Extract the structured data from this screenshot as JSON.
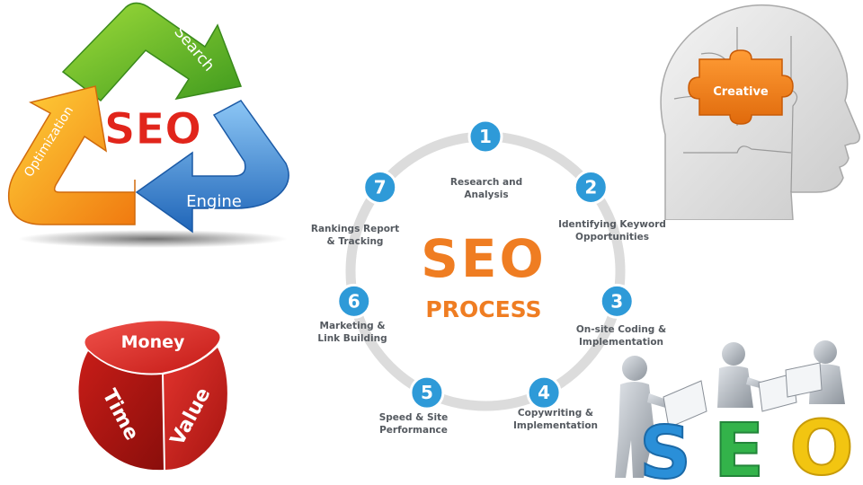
{
  "cycle_logo": {
    "center": "SEO",
    "arrows": [
      "Search",
      "Engine",
      "Optimization"
    ],
    "colors": {
      "green": "#6ab82d",
      "blue": "#2f7fd0",
      "orange": "#f39a12",
      "center": "#e1251b"
    }
  },
  "process": {
    "title": "SEO",
    "subtitle": "PROCESS",
    "accent": "#ef7d22",
    "node_color": "#2e9ad8",
    "steps": [
      {
        "number": "1",
        "line1": "Research and",
        "line2": "Analysis"
      },
      {
        "number": "2",
        "line1": "Identifying Keyword",
        "line2": "Opportunities"
      },
      {
        "number": "3",
        "line1": "On-site Coding &",
        "line2": "Implementation"
      },
      {
        "number": "4",
        "line1": "Copywriting &",
        "line2": "Implementation"
      },
      {
        "number": "5",
        "line1": "Speed & Site",
        "line2": "Performance"
      },
      {
        "number": "6",
        "line1": "Marketing &",
        "line2": "Link Building"
      },
      {
        "number": "7",
        "line1": "Rankings Report",
        "line2": "& Tracking"
      }
    ]
  },
  "puzzle_head": {
    "label": "Creative",
    "piece_color": "#f07f1a"
  },
  "dice": {
    "faces": [
      "Money",
      "Time",
      "Value"
    ],
    "color": "#d3201c"
  },
  "people_seo": {
    "letters": [
      "S",
      "E",
      "O"
    ],
    "colors": [
      "#2a8fd8",
      "#33b34a",
      "#f2c511"
    ]
  }
}
